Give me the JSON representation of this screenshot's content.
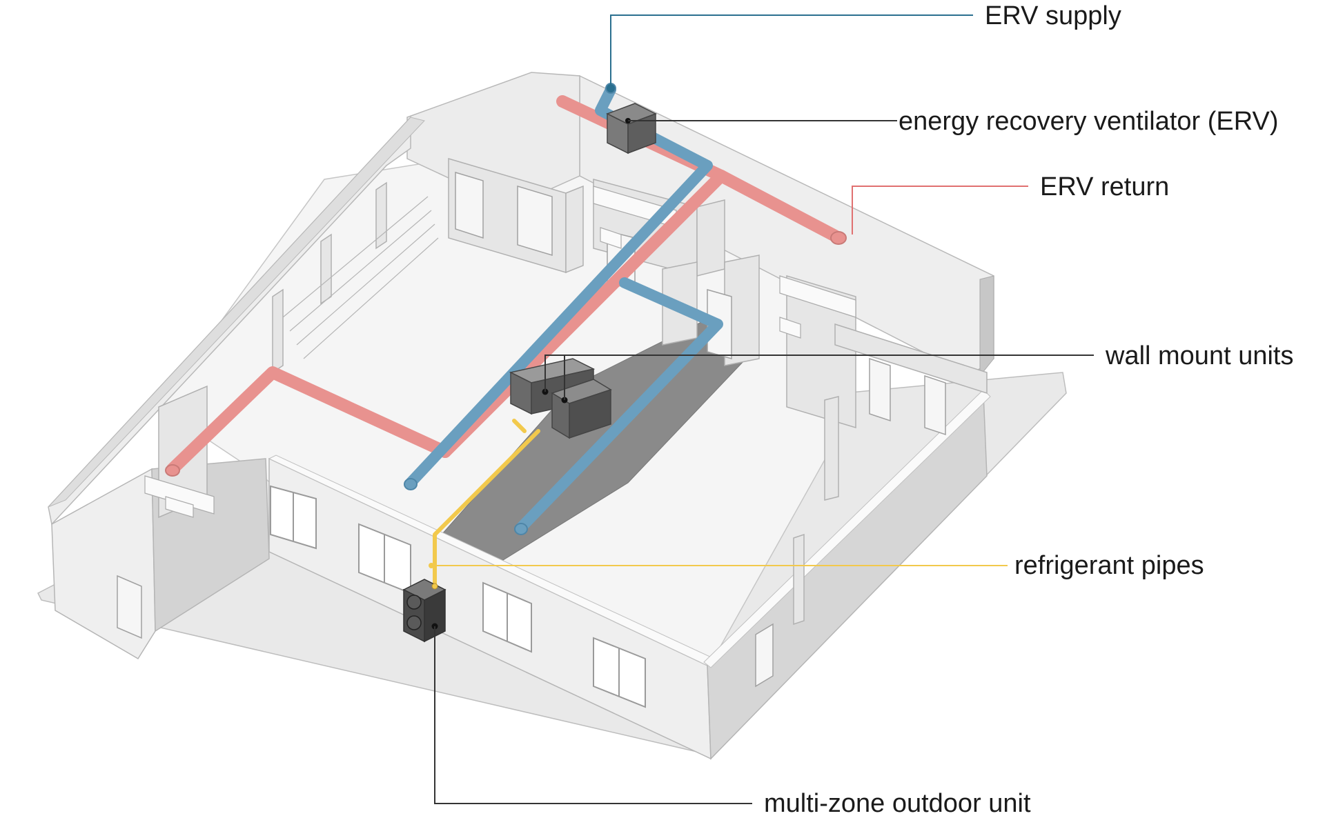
{
  "callouts": {
    "erv_supply": "ERV supply",
    "erv": "energy recovery ventilator (ERV)",
    "erv_return": "ERV return",
    "wall_mount_units": "wall mount units",
    "refrigerant_pipes": "refrigerant pipes",
    "outdoor_unit": "multi-zone outdoor unit"
  },
  "colors": {
    "supply_duct": "#6a9fbf",
    "supply_leader": "#2a6f8f",
    "return_duct": "#e8928f",
    "return_leader": "#e07070",
    "refrigerant": "#f2c94c",
    "equipment": "#5a5a5a",
    "leader": "#333333",
    "wall": "#f2f2f2",
    "wall_side": "#c8c8c8",
    "floor": "#f5f5f5",
    "floor_dark": "#8a8a8a"
  },
  "icons": [
    "erv-box-icon",
    "wall-mount-unit-icon",
    "outdoor-unit-icon"
  ]
}
